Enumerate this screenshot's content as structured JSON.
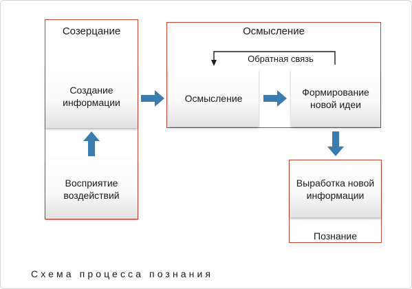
{
  "contemplation": {
    "title": "Созерцание",
    "top_box": "Создание информации",
    "bottom_box": "Восприятие воздействий"
  },
  "comprehension": {
    "title": "Осмысление",
    "feedback_label": "Обратная связь",
    "left_box": "Осмысление",
    "right_box": "Формирование новой идеи"
  },
  "cognition": {
    "box": "Выработка новой информации",
    "label": "Познание"
  },
  "caption": "Схема процесса познания",
  "colors": {
    "frame_border": "#c9432f",
    "arrow": "#3a7cad"
  }
}
